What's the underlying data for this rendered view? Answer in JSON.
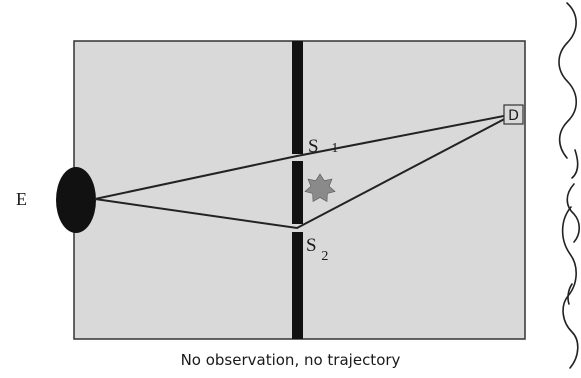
{
  "labels": {
    "source": "E",
    "detector": "D",
    "slit1_letter": "S",
    "slit1_index": "1",
    "slit2_letter": "S",
    "slit2_index": "2"
  },
  "caption": "No observation, no trajectory",
  "colors": {
    "chamber_fill": "#d9d9d9",
    "chamber_border": "#333333",
    "barrier": "#111111",
    "star": "#8a8a8a",
    "detector_fill": "#d9d9d9"
  }
}
